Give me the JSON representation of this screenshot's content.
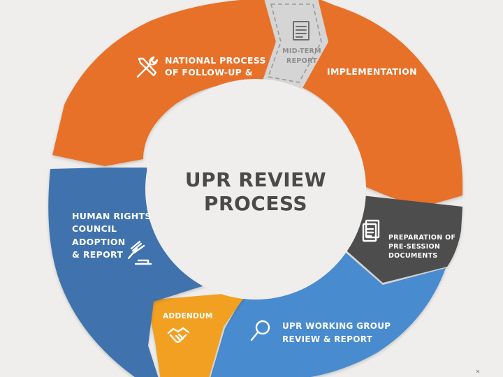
{
  "colors": {
    "background": "#efeeec",
    "orange": "#e8712a",
    "dark_gray": "#4d4d4d",
    "blue_light": "#4a8bcf",
    "yellow": "#f2a023",
    "blue_dark": "#3f73ad",
    "light_gray": "#d5d5d5",
    "center_text": "#4a4a4a"
  },
  "diagram": {
    "center_title_line1": "UPR REVIEW",
    "center_title_line2": "PROCESS",
    "stages": {
      "follow_up": {
        "line1": "NATIONAL PROCESS",
        "line2": "OF FOLLOW-UP &",
        "icon": "tools-icon"
      },
      "mid_term": {
        "line1": "MID-TERM",
        "line2": "REPORT",
        "icon": "document-icon"
      },
      "implementation": {
        "line1": "IMPLEMENTATION"
      },
      "preparation": {
        "line1": "PREPARATION OF",
        "line2": "PRE-SESSION",
        "line3": "DOCUMENTS",
        "icon": "documents-stack-icon"
      },
      "working_group": {
        "line1": "UPR WORKING GROUP",
        "line2": "REVIEW & REPORT",
        "icon": "magnifier-icon"
      },
      "addendum": {
        "line1": "ADDENDUM",
        "icon": "handshake-icon"
      },
      "hrc_adoption": {
        "line1": "HUMAN RIGHTS",
        "line2": "COUNCIL",
        "line3": "ADOPTION",
        "line4": "& REPORT",
        "icon": "gavel-icon"
      }
    }
  }
}
